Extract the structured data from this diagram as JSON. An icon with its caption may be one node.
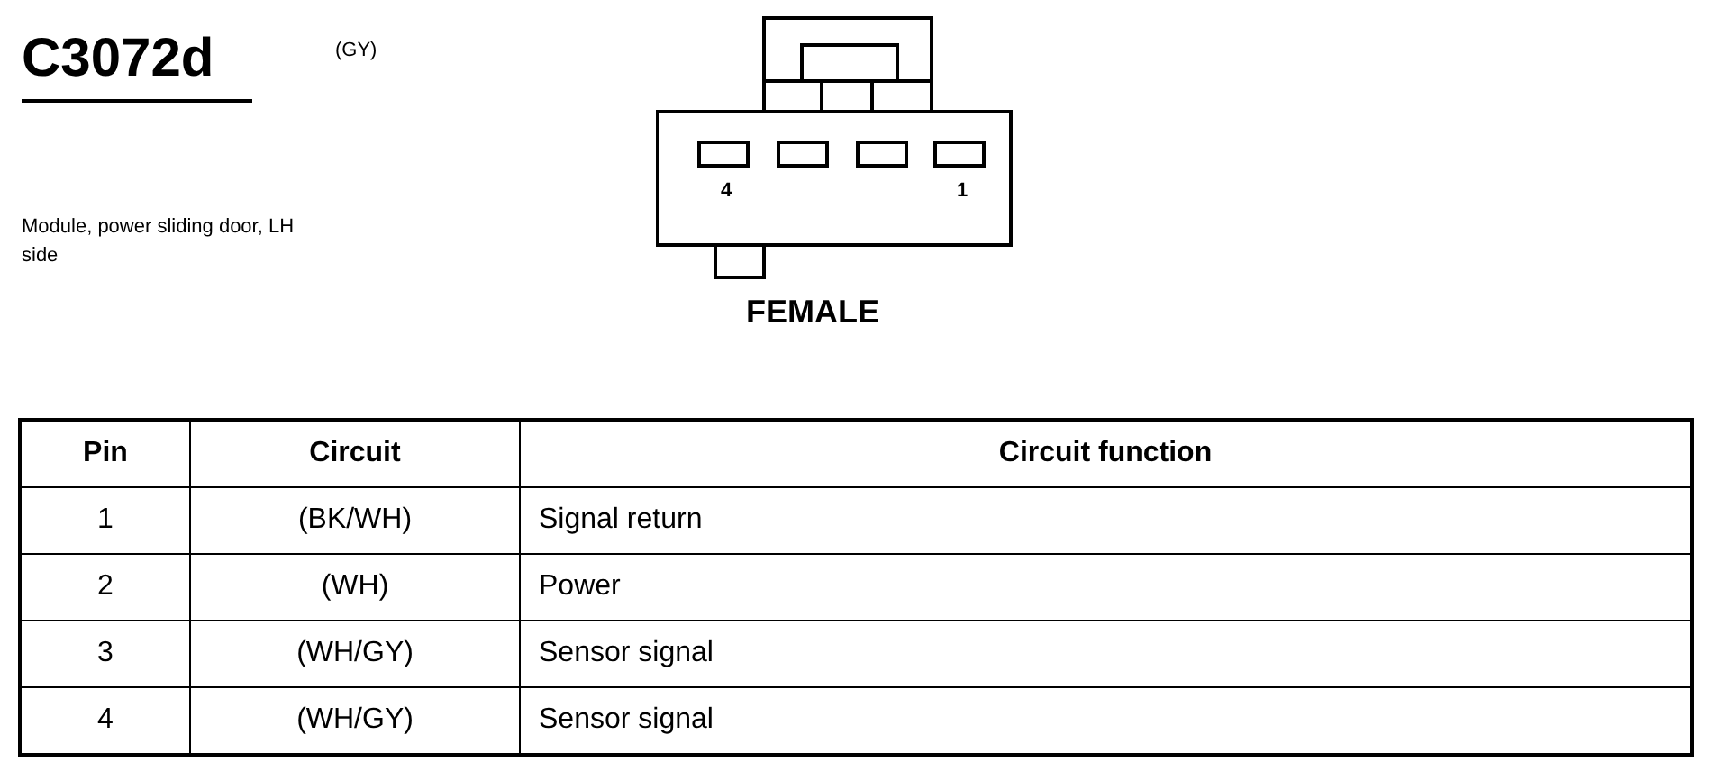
{
  "diagram": {
    "title": "C3072d",
    "labels": [
      "(GY)",
      "Module, power sliding door, LH side",
      "4",
      "1",
      "FEMALE",
      "Pin",
      "Circuit",
      "Circuit function",
      "1",
      "(BK/WH)",
      "Signal return",
      "2",
      "(WH)",
      "Power",
      "3",
      "(WH/GY)",
      "Sensor signal",
      "4",
      "(WH/GY)",
      "Sensor signal"
    ]
  }
}
